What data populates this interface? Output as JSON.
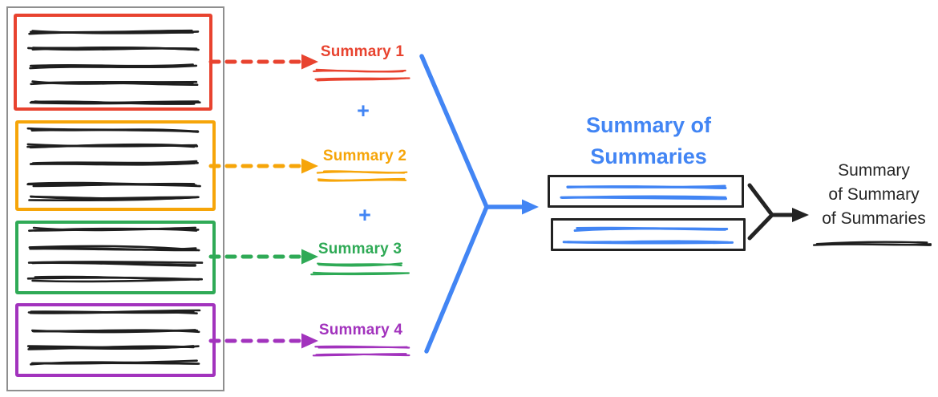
{
  "colors": {
    "red": "#e8432f",
    "orange": "#f6a509",
    "green": "#2faa56",
    "purple": "#a233bd",
    "blue": "#4285f4",
    "ink": "#1e1e1e",
    "dark": "#232323",
    "container_border": "#8f8f8f",
    "box_border": "#222222",
    "final_text": "#262626"
  },
  "labels": {
    "summary1": "Summary 1",
    "summary2": "Summary 2",
    "summary3": "Summary 3",
    "summary4": "Summary 4",
    "plus": "+",
    "title_line1": "Summary of",
    "title_line2": "Summaries",
    "final_line1": "Summary",
    "final_line2": "of Summary",
    "final_line3": "of Summaries"
  }
}
